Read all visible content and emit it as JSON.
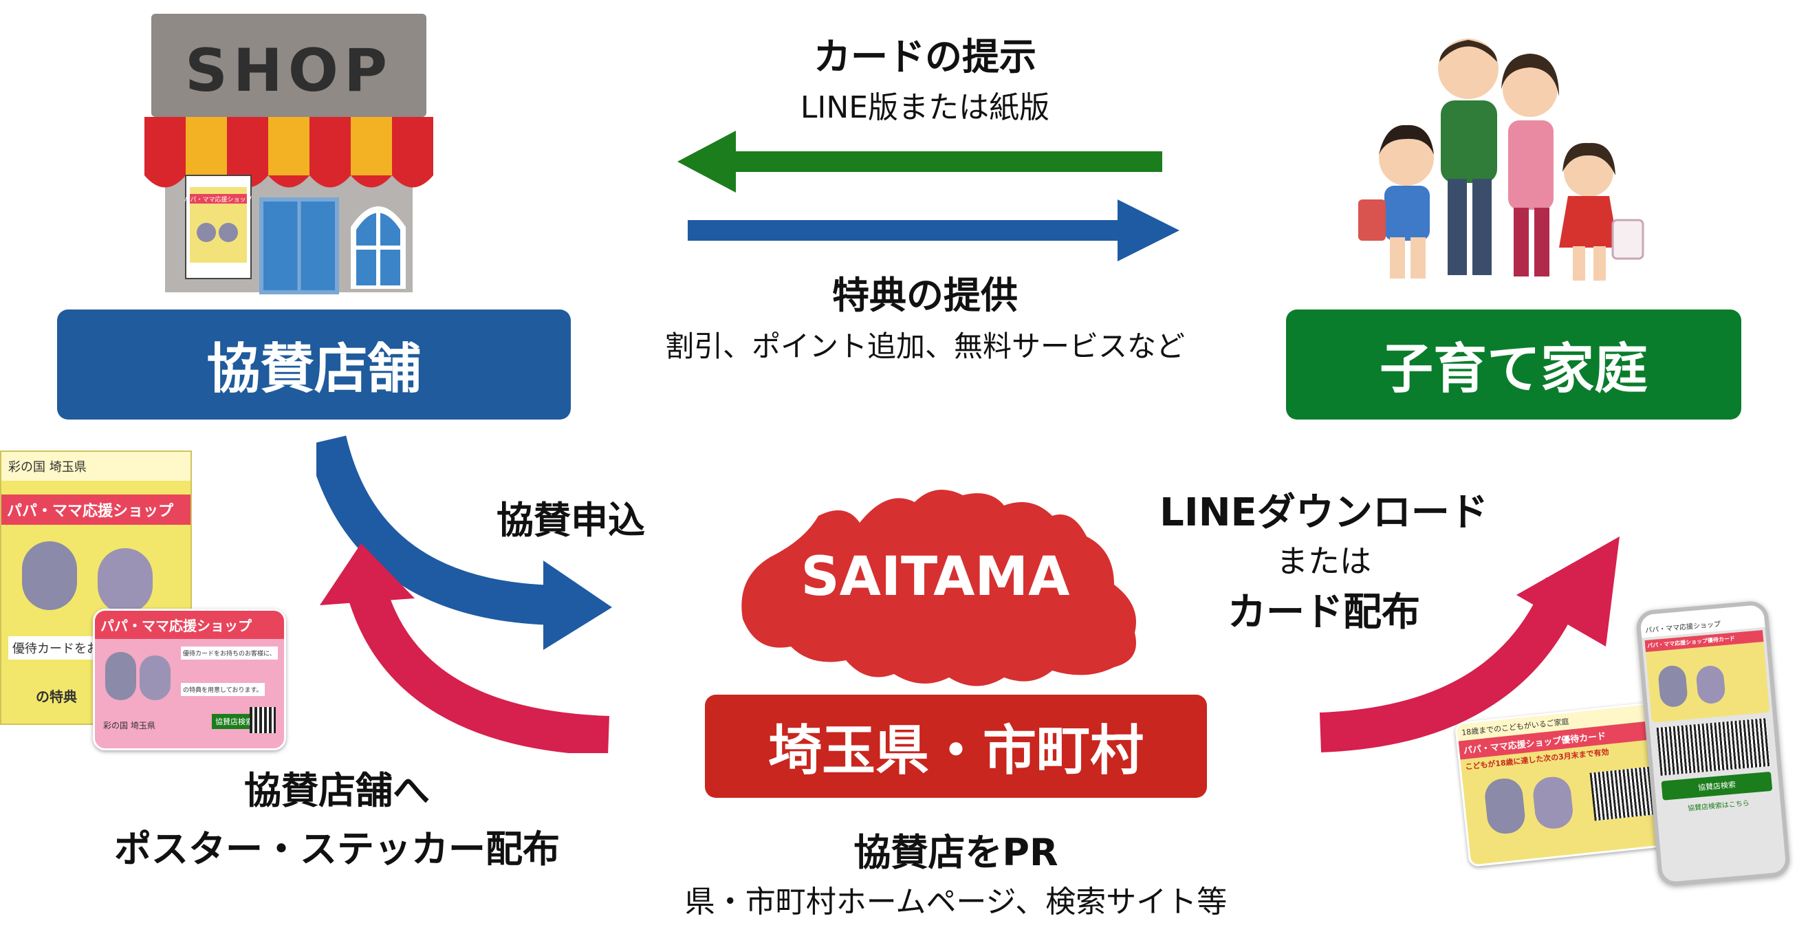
{
  "shop": {
    "sign": "SHOP",
    "box_label": "協賛店舗"
  },
  "family": {
    "box_label": "子育て家庭"
  },
  "gov": {
    "box_label": "埼玉県・市町村",
    "map_label": "SAITAMA"
  },
  "flows": {
    "card_show": {
      "title": "カードの提示",
      "sub": "LINE版または紙版"
    },
    "benefit": {
      "title": "特典の提供",
      "sub": "割引、ポイント追加、無料サービスなど"
    },
    "apply": {
      "title": "協賛申込"
    },
    "poster": {
      "line1": "協賛店舗へ",
      "line2": "ポスター・ステッカー配布"
    },
    "pr": {
      "title": "協賛店をPR",
      "sub": "県・市町村ホームページ、検索サイト等"
    },
    "line_dl": {
      "line1": "LINEダウンロード",
      "line2": "または",
      "line3": "カード配布"
    }
  },
  "materials": {
    "poster_header": "彩の国 埼玉県",
    "poster_title": "パパ・ママ応援ショップ",
    "poster_text": "優待カードをお持ち",
    "poster_foot": "の特典",
    "sticker_title": "パパ・ママ応援ショップ",
    "sticker_text1": "優待カードをお持ちのお客様に、",
    "sticker_text2": "の特典を用意しております。",
    "sticker_badge": "協賛店検索",
    "sticker_foot": "彩の国 埼玉県",
    "shop_mini_title": "パパ・ママ応援ショップ",
    "card_top": "18歳までのこどもがいるご家庭",
    "card_title": "パパ・ママ応援ショップ優待カード",
    "card_sub": "こどもが18歳に達した次の3月末まで有効",
    "phone_head": "パパ・ママ応援ショップ",
    "phone_card": "パパ・ママ応援ショップ優待カード",
    "phone_btn": "協賛店検索",
    "phone_link": "協賛店検索はこちら"
  },
  "colors": {
    "shop_blue": "#1f5b9d",
    "family_green": "#0a7d2c",
    "gov_red": "#c8261e",
    "arrow_green": "#1b7d1c",
    "arrow_blue": "#1f5ba3",
    "arrow_pink": "#d6204d"
  }
}
